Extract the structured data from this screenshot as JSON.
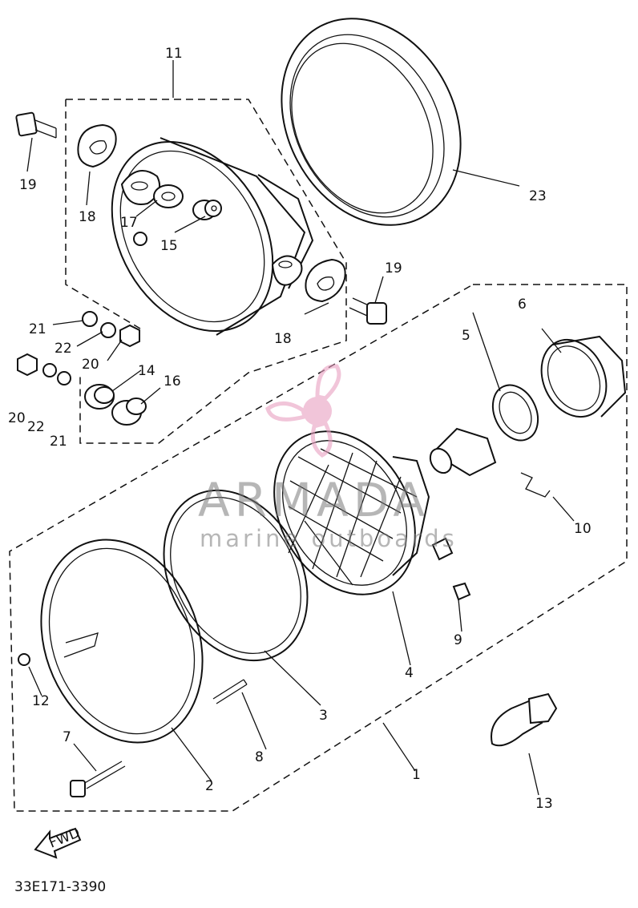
{
  "document_code": "33E171-3390",
  "fwd_label": "FWD",
  "watermark": {
    "brand": "ARMADA",
    "tagline": "marine outboards",
    "accent": "#e8a0c0"
  },
  "callouts": [
    {
      "id": "c1",
      "text": "1"
    },
    {
      "id": "c2",
      "text": "2"
    },
    {
      "id": "c3",
      "text": "3"
    },
    {
      "id": "c4",
      "text": "4"
    },
    {
      "id": "c5",
      "text": "5"
    },
    {
      "id": "c6",
      "text": "6"
    },
    {
      "id": "c7",
      "text": "7"
    },
    {
      "id": "c8",
      "text": "8"
    },
    {
      "id": "c9",
      "text": "9"
    },
    {
      "id": "c10",
      "text": "10"
    },
    {
      "id": "c11",
      "text": "11"
    },
    {
      "id": "c12",
      "text": "12"
    },
    {
      "id": "c13",
      "text": "13"
    },
    {
      "id": "c14",
      "text": "14"
    },
    {
      "id": "c15",
      "text": "15"
    },
    {
      "id": "c16",
      "text": "16"
    },
    {
      "id": "c17",
      "text": "17"
    },
    {
      "id": "c18a",
      "text": "18"
    },
    {
      "id": "c18b",
      "text": "18"
    },
    {
      "id": "c19a",
      "text": "19"
    },
    {
      "id": "c19b",
      "text": "19"
    },
    {
      "id": "c20a",
      "text": "20"
    },
    {
      "id": "c20b",
      "text": "20"
    },
    {
      "id": "c21a",
      "text": "21"
    },
    {
      "id": "c21b",
      "text": "21"
    },
    {
      "id": "c22a",
      "text": "22"
    },
    {
      "id": "c22b",
      "text": "22"
    },
    {
      "id": "c23",
      "text": "23"
    }
  ]
}
